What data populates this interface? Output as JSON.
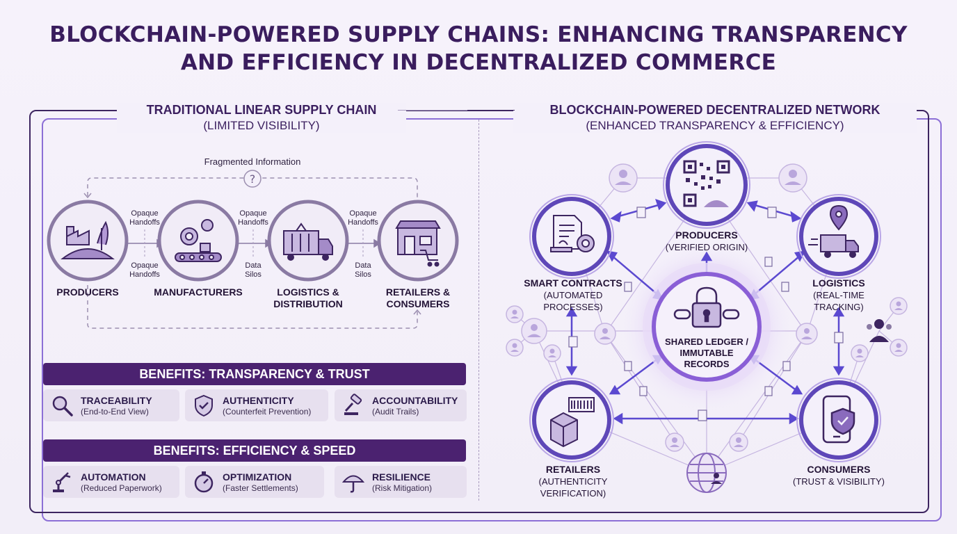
{
  "title": {
    "line1": "BLOCKCHAIN-POWERED SUPPLY CHAINS: ENHANCING TRANSPARENCY",
    "line2": "AND EFFICIENCY IN DECENTRALIZED COMMERCE"
  },
  "traditional": {
    "heading": "TRADITIONAL LINEAR SUPPLY CHAIN",
    "subheading": "(LIMITED VISIBILITY)",
    "fragmented": "Fragmented Information",
    "nodes": [
      {
        "label": "PRODUCERS",
        "icon": "factory-icon"
      },
      {
        "label": "MANUFACTURERS",
        "icon": "conveyor-icon"
      },
      {
        "label": "LOGISTICS &",
        "label2": "DISTRIBUTION",
        "icon": "truck-icon"
      },
      {
        "label": "RETAILERS &",
        "label2": "CONSUMERS",
        "icon": "store-icon"
      }
    ],
    "links_top": [
      {
        "line1": "Opaque",
        "line2": "Handoffs"
      },
      {
        "line1": "Opaque",
        "line2": "Handoffs"
      },
      {
        "line1": "Opaque",
        "line2": "Handoffs"
      }
    ],
    "links_bottom": [
      {
        "line1": "Opaque",
        "line2": "Handoffs"
      },
      {
        "line1": "Data",
        "line2": "Silos"
      },
      {
        "line1": "Data",
        "line2": "Silos"
      }
    ]
  },
  "benefits_trust": {
    "heading": "BENEFITS: TRANSPARENCY & TRUST",
    "items": [
      {
        "title": "TRACEABILITY",
        "sub": "(End-to-End View)",
        "icon": "magnifier-icon"
      },
      {
        "title": "AUTHENTICITY",
        "sub": "(Counterfeit Prevention)",
        "icon": "shield-check-icon"
      },
      {
        "title": "ACCOUNTABILITY",
        "sub": "(Audit Trails)",
        "icon": "gavel-icon"
      }
    ]
  },
  "benefits_efficiency": {
    "heading": "BENEFITS: EFFICIENCY & SPEED",
    "items": [
      {
        "title": "AUTOMATION",
        "sub": "(Reduced Paperwork)",
        "icon": "robot-arm-icon"
      },
      {
        "title": "OPTIMIZATION",
        "sub": "(Faster Settlements)",
        "icon": "stopwatch-icon"
      },
      {
        "title": "RESILIENCE",
        "sub": "(Risk Mitigation)",
        "icon": "umbrella-icon"
      }
    ]
  },
  "network": {
    "heading": "BLOCKCHAIN-POWERED DECENTRALIZED NETWORK",
    "subheading": "(ENHANCED TRANSPARENCY & EFFICIENCY)",
    "center": {
      "line1": "SHARED LEDGER /",
      "line2": "IMMUTABLE",
      "line3": "RECORDS",
      "icon": "lock-chain-icon"
    },
    "producers": {
      "label": "PRODUCERS",
      "sub": "(VERIFIED ORIGIN)",
      "icon": "qr-code-icon"
    },
    "smart_contracts": {
      "label": "SMART CONTRACTS",
      "sub1": "(AUTOMATED",
      "sub2": "PROCESSES)",
      "icon": "contract-gear-icon"
    },
    "logistics": {
      "label": "LOGISTICS",
      "sub1": "(REAL-TIME",
      "sub2": "TRACKING)",
      "icon": "location-truck-icon"
    },
    "retailers": {
      "label": "RETAILERS",
      "sub1": "(AUTHENTICITY",
      "sub2": "VERIFICATION)",
      "icon": "barcode-box-icon"
    },
    "consumers": {
      "label": "CONSUMERS",
      "sub": "(TRUST & VISIBILITY)",
      "icon": "phone-shield-icon"
    }
  },
  "colors": {
    "primary": "#4b2270",
    "accent": "#6a55d8",
    "node_ring": "#8a6bbd",
    "card_bg": "#e7e0ef"
  }
}
